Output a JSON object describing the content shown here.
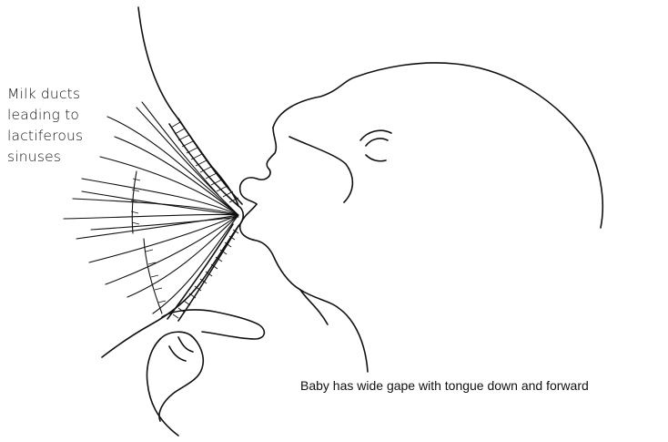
{
  "labels": {
    "ducts": [
      "Milk ducts",
      "leading to",
      "lactiferous",
      "sinuses"
    ],
    "caption": "Baby has wide gape with tongue down and forward"
  },
  "illustration": {
    "subject": "breastfeeding latch line drawing",
    "ink_color": "#111111"
  }
}
